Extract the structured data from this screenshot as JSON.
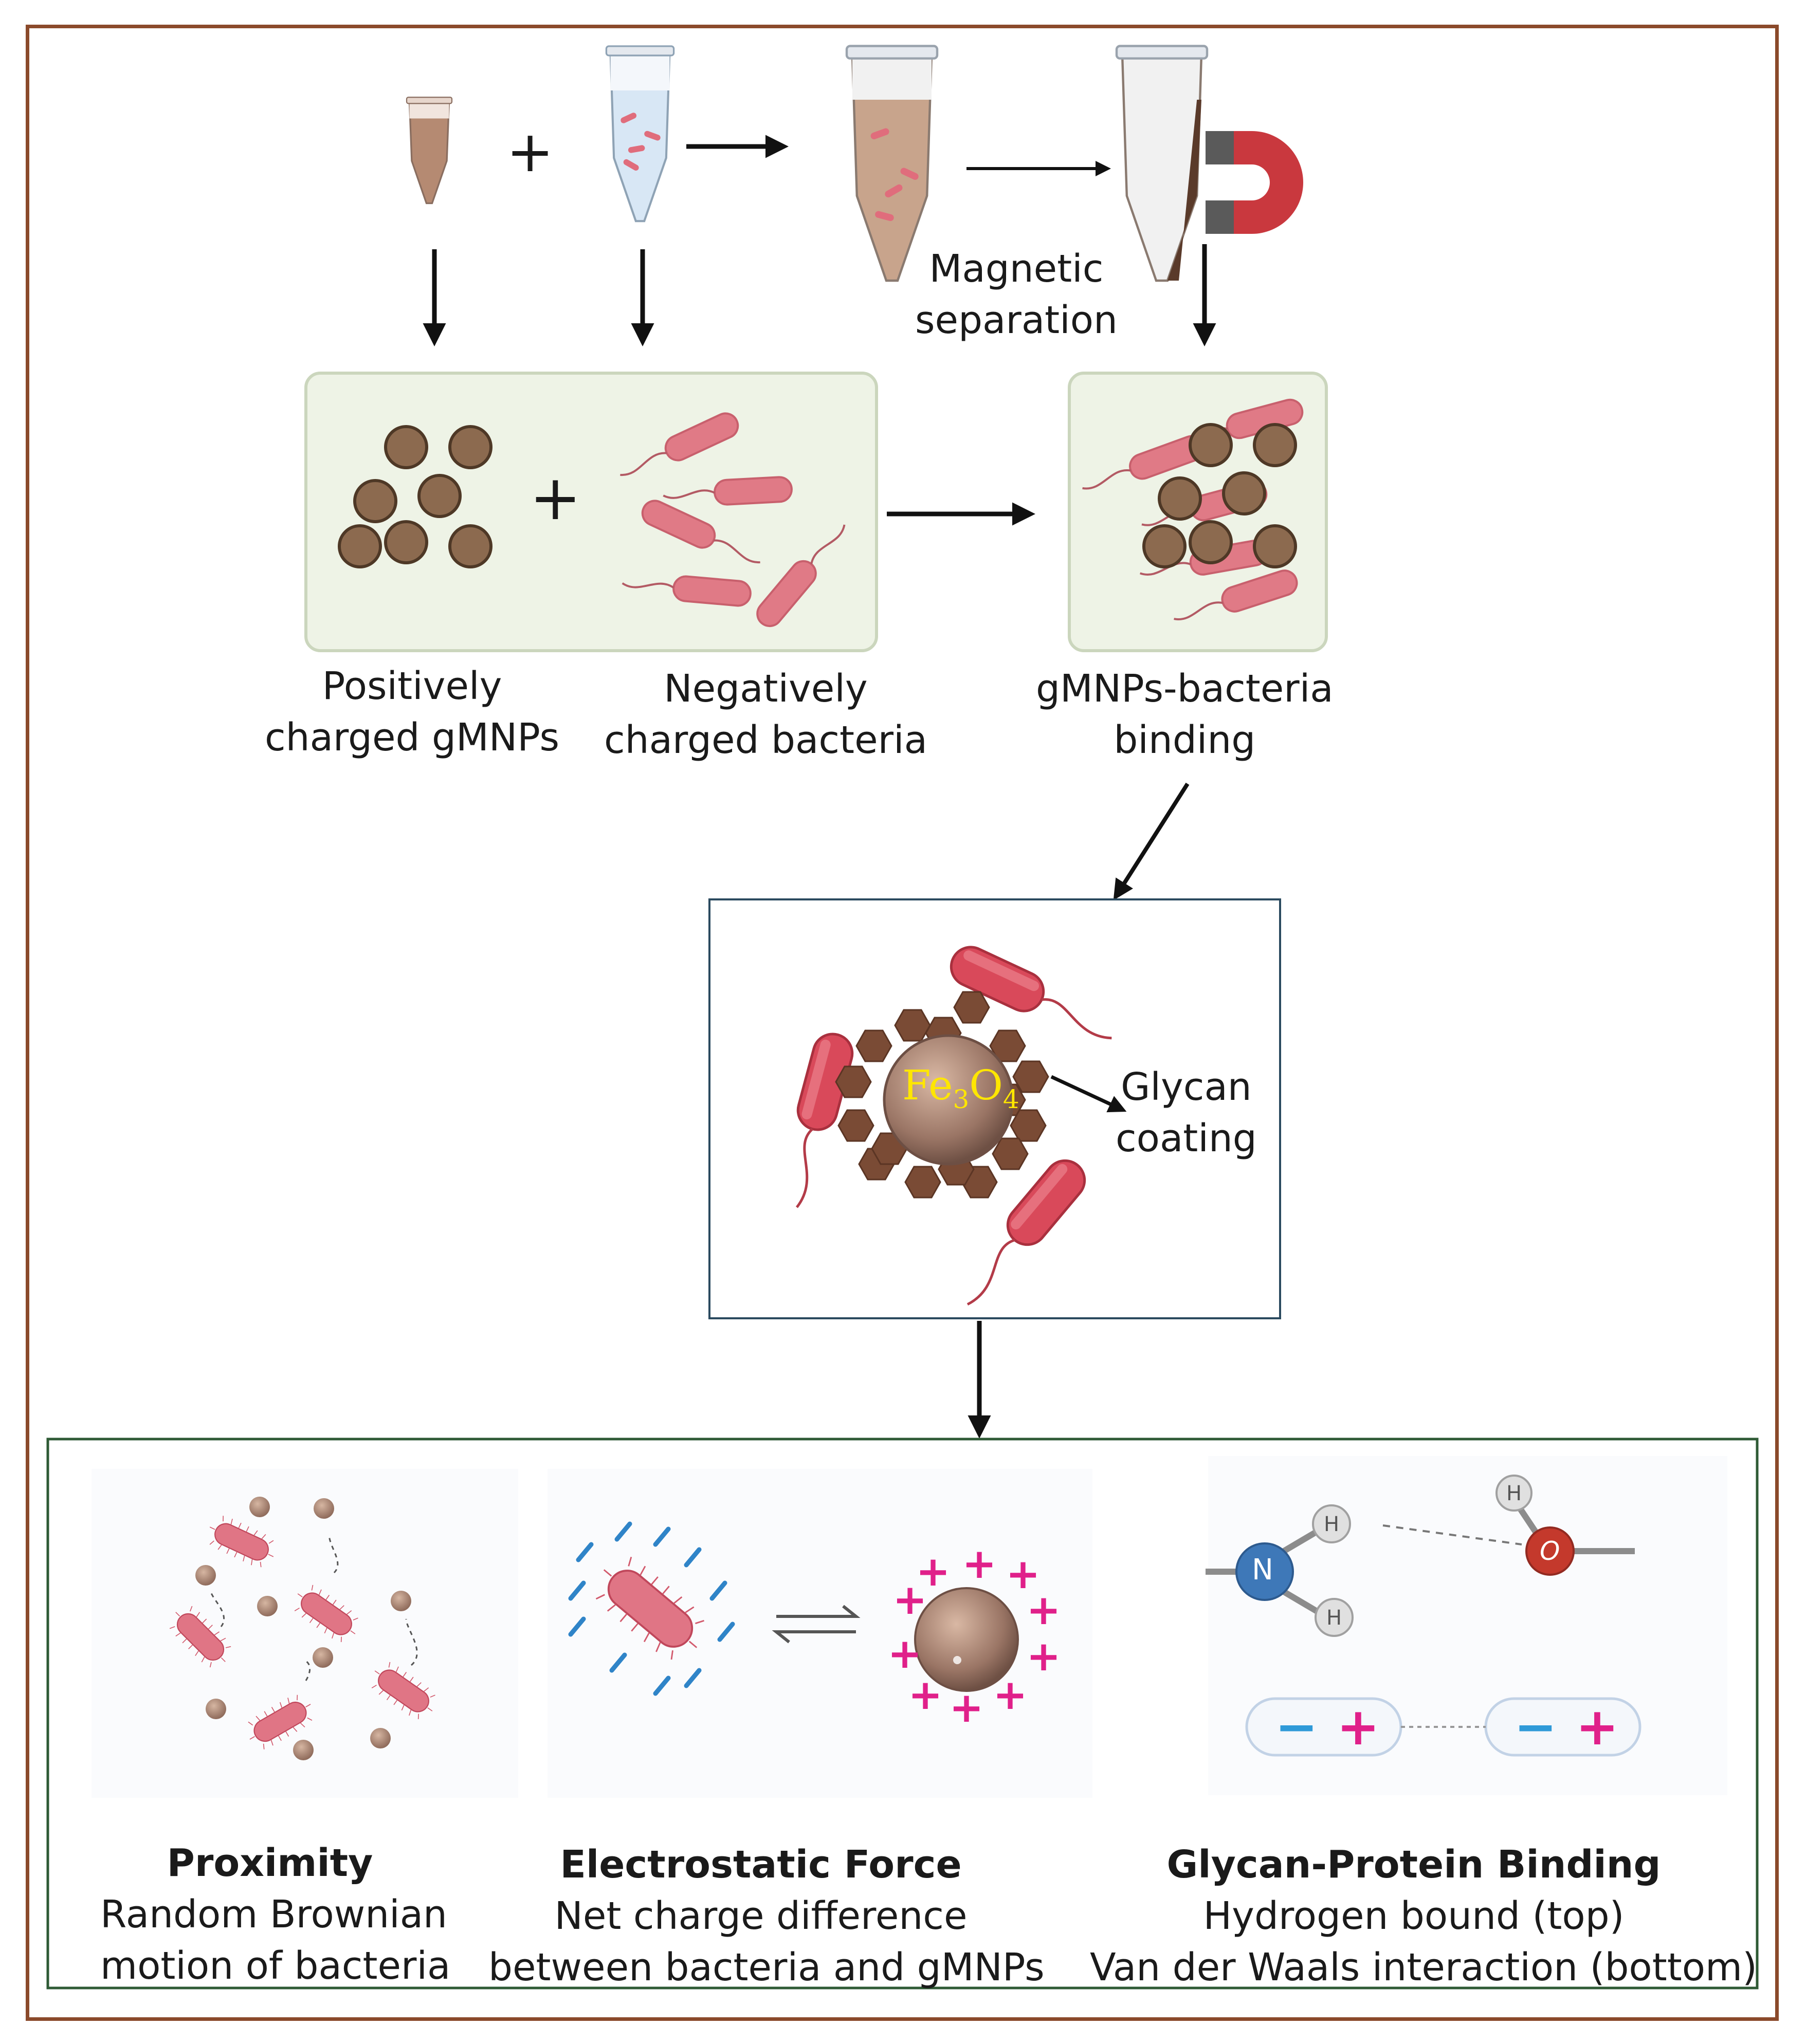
{
  "top": {
    "plus": "+",
    "magnetic_separation": [
      "Magnetic",
      "separation"
    ]
  },
  "row2": {
    "plus": "+",
    "label_gmnps": [
      "Positively",
      "charged gMNPs"
    ],
    "label_bacteria": [
      "Negatively",
      "charged bacteria"
    ],
    "label_binding": [
      "gMNPs-bacteria",
      "binding"
    ]
  },
  "center": {
    "core_label": "Fe",
    "core_sub1": "3",
    "core_o": "O",
    "core_sub2": "4",
    "coating_label": [
      "Glycan",
      "coating"
    ]
  },
  "bottom": {
    "proximity": {
      "title": "Proximity",
      "line1": "Random Brownian",
      "line2": "motion of bacteria"
    },
    "electrostatic": {
      "title": "Electrostatic Force",
      "line1": "Net charge difference",
      "line2": "between bacteria and gMNPs"
    },
    "glycan": {
      "title": "Glycan-Protein Binding",
      "line1": "Hydrogen bound (top)",
      "line2": "Van der Waals interaction (bottom)"
    },
    "atoms": {
      "n": "N",
      "h": "H",
      "o": "O"
    },
    "vdw_minus": "−",
    "vdw_plus": "+"
  },
  "colors": {
    "frame": "#8b4a2b",
    "particle": "#8c6a4f",
    "bacteria": "#e07a86",
    "panel_bg": "#eef3e6",
    "magnet_red": "#c9383e"
  }
}
